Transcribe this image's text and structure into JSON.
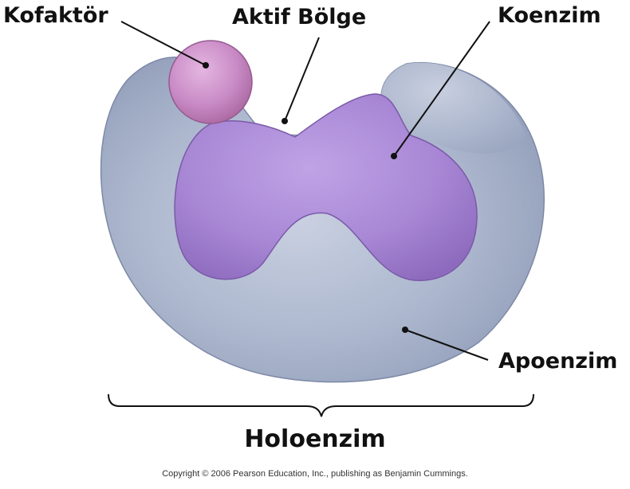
{
  "labels": {
    "cofactor": "Kofaktör",
    "active_site": "Aktif Bölge",
    "coenzyme": "Koenzim",
    "apoenzyme": "Apoenzim",
    "holoenzyme": "Holoenzim"
  },
  "copyright": "Copyright © 2006 Pearson Education, Inc., publishing as Benjamin Cummings.",
  "colors": {
    "apoenzyme": "#a4b0c9",
    "coenzyme": "#a986d4",
    "cofactor": "#c98bc6"
  }
}
